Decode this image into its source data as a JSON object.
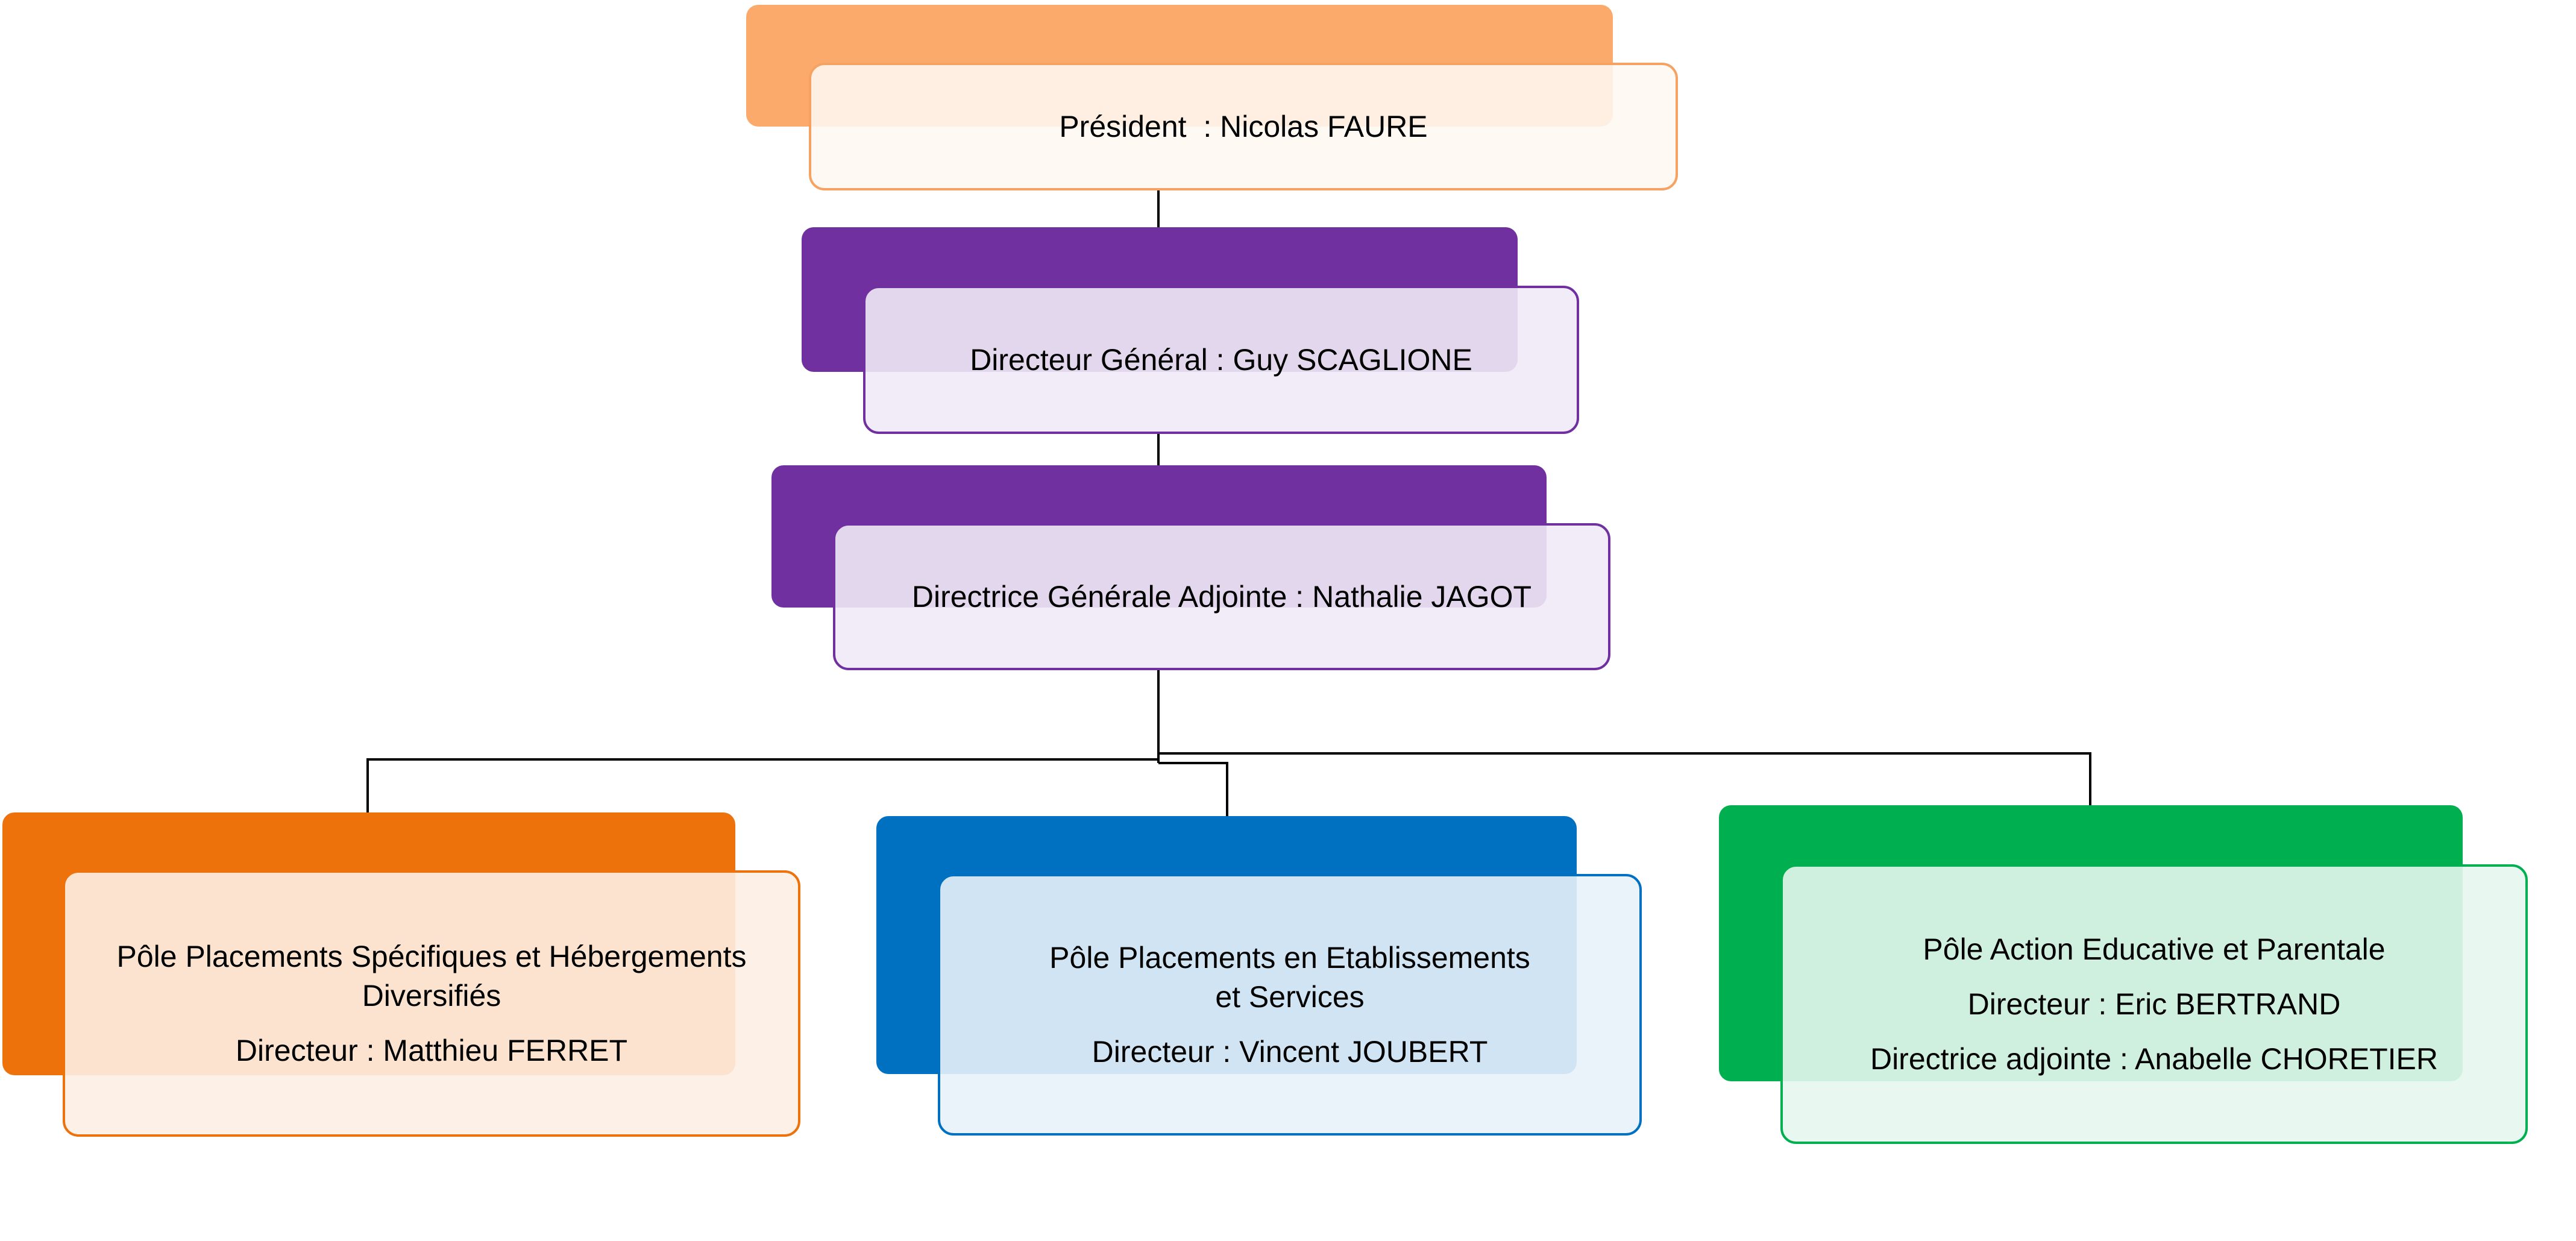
{
  "colors": {
    "president_back": "#fbaa6c",
    "president_border": "#f6a262",
    "president_fill": "rgba(255,248,242,0.88)",
    "director_back": "#7030a0",
    "director_border": "#7030a0",
    "director_fill": "rgba(240,234,246,0.9)",
    "pole1_back": "#ee720c",
    "pole1_border": "#ee720c",
    "pole1_fill": "rgba(253,239,228,0.9)",
    "pole2_back": "#0070c0",
    "pole2_border": "#0070c0",
    "pole2_fill": "rgba(232,241,249,0.9)",
    "pole3_back": "#00b050",
    "pole3_border": "#00b050",
    "pole3_fill": "rgba(230,247,238,0.9)",
    "connector": "#000000"
  },
  "nodes": {
    "president": {
      "line1": "Président  : Nicolas FAURE"
    },
    "directeur_general": {
      "line1": "Directeur Général : Guy SCAGLIONE"
    },
    "directrice_generale_adjointe": {
      "line1": "Directrice Générale Adjointe : Nathalie JAGOT"
    },
    "pole_placements_specifiques": {
      "line1": "Pôle Placements Spécifiques et Hébergements",
      "line2": "Diversifiés",
      "line3": "Directeur : Matthieu FERRET"
    },
    "pole_placements_etablissements": {
      "line1": "Pôle Placements en Etablissements",
      "line2": "et Services",
      "line3": "Directeur : Vincent JOUBERT"
    },
    "pole_action_educative": {
      "line1": "Pôle Action Educative et Parentale",
      "line2": "Directeur : Eric BERTRAND",
      "line3": "Directrice adjointe : Anabelle CHORETIER"
    }
  }
}
